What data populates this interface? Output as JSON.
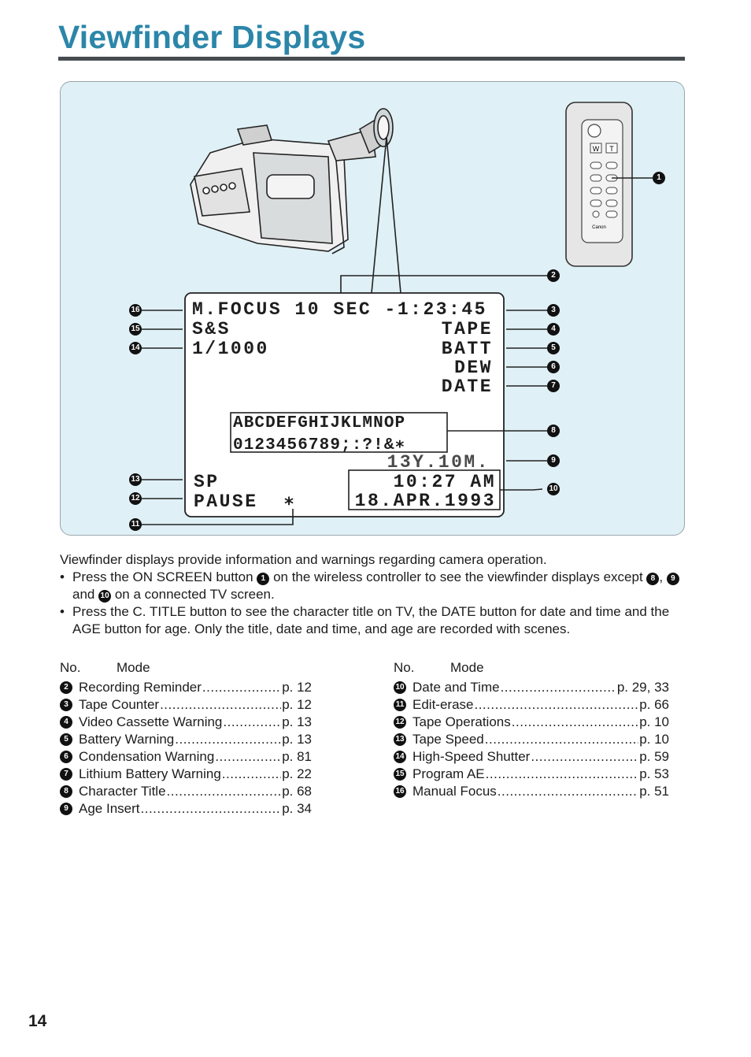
{
  "title": "Viewfinder Displays",
  "viewfinder": {
    "line1": "M.FOCUS 10 SEC -1:23:45",
    "line2_left": "S&S",
    "line2_right": "TAPE",
    "line3_left": "1/1000",
    "line3_right": "BATT",
    "line4_right": "DEW",
    "line5_right": "DATE",
    "char_title_1": "ABCDEFGHIJKLMNOP",
    "char_title_2": "0123456789;:?!&∗",
    "age": "13Y.10M.",
    "speed": "SP",
    "time": "10:27 AM",
    "operation": "PAUSE  ∗",
    "date": "18.APR.1993"
  },
  "remote": {
    "btn_w": "W",
    "btn_t": "T",
    "brand": "Canon"
  },
  "callouts": [
    "1",
    "2",
    "3",
    "4",
    "5",
    "6",
    "7",
    "8",
    "9",
    "10",
    "11",
    "12",
    "13",
    "14",
    "15",
    "16"
  ],
  "description": {
    "intro": "Viewfinder displays provide information and warnings regarding camera operation.",
    "bullet1_a": "Press the ON SCREEN button",
    "bullet1_b": "on the wireless controller to see the viewfinder displays except",
    "bullet1_c": ",",
    "bullet1_d": "and",
    "bullet1_e": "on a connected TV screen.",
    "bullet2": "Press the C. TITLE button to see the character title on TV, the DATE button for date and time and the AGE button for age. Only the title, date and time, and age are recorded with scenes.",
    "bullet_mark": "•"
  },
  "table_header": {
    "no": "No.",
    "mode": "Mode"
  },
  "modes_left": [
    {
      "num": "2",
      "name": "Recording Reminder",
      "page": "p. 12"
    },
    {
      "num": "3",
      "name": "Tape Counter",
      "page": "p. 12"
    },
    {
      "num": "4",
      "name": "Video Cassette Warning",
      "page": "p. 13"
    },
    {
      "num": "5",
      "name": "Battery Warning",
      "page": "p. 13"
    },
    {
      "num": "6",
      "name": "Condensation Warning",
      "page": "p. 81"
    },
    {
      "num": "7",
      "name": "Lithium Battery Warning",
      "page": "p. 22"
    },
    {
      "num": "8",
      "name": "Character Title",
      "page": "p. 68"
    },
    {
      "num": "9",
      "name": "Age Insert",
      "page": "p. 34"
    }
  ],
  "modes_right": [
    {
      "num": "10",
      "name": "Date and Time",
      "page": "p. 29, 33"
    },
    {
      "num": "11",
      "name": "Edit-erase",
      "page": "p. 66"
    },
    {
      "num": "12",
      "name": "Tape Operations",
      "page": "p. 10"
    },
    {
      "num": "13",
      "name": "Tape Speed",
      "page": "p. 10"
    },
    {
      "num": "14",
      "name": "High-Speed Shutter",
      "page": "p. 59"
    },
    {
      "num": "15",
      "name": "Program AE",
      "page": "p. 53"
    },
    {
      "num": "16",
      "name": "Manual Focus",
      "page": "p. 51"
    }
  ],
  "page_number": "14"
}
